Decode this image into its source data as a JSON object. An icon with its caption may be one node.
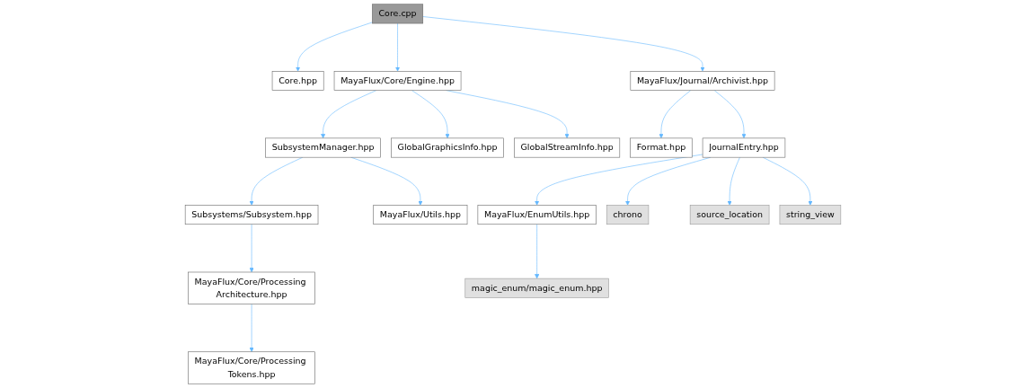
{
  "diagram": {
    "nodes": [
      {
        "text": [
          "Core.cpp"
        ]
      },
      {
        "text": [
          "Core.hpp"
        ]
      },
      {
        "text": [
          "MayaFlux/Core/Engine.hpp"
        ]
      },
      {
        "text": [
          "MayaFlux/Journal/Archivist.hpp"
        ]
      },
      {
        "text": [
          "SubsystemManager.hpp"
        ]
      },
      {
        "text": [
          "GlobalGraphicsInfo.hpp"
        ]
      },
      {
        "text": [
          "GlobalStreamInfo.hpp"
        ]
      },
      {
        "text": [
          "Format.hpp"
        ]
      },
      {
        "text": [
          "JournalEntry.hpp"
        ]
      },
      {
        "text": [
          "Subsystems/Subsystem.hpp"
        ]
      },
      {
        "text": [
          "MayaFlux/Utils.hpp"
        ]
      },
      {
        "text": [
          "MayaFlux/EnumUtils.hpp"
        ]
      },
      {
        "text": [
          "chrono"
        ]
      },
      {
        "text": [
          "source_location"
        ]
      },
      {
        "text": [
          "string_view"
        ]
      },
      {
        "text": [
          "MayaFlux/Core/Processing Architecture.hpp"
        ]
      },
      {
        "text": [
          "magic_enum/magic_enum.hpp"
        ]
      },
      {
        "text": [
          "MayaFlux/Core/Processing Tokens.hpp"
        ]
      }
    ],
    "edges": [
      {
        "from": 0,
        "to": 1,
        "arrow": "to"
      },
      {
        "from": 0,
        "to": 2,
        "arrow": "to"
      },
      {
        "from": 0,
        "to": 3,
        "arrow": "to"
      },
      {
        "from": 2,
        "to": 4,
        "arrow": "to"
      },
      {
        "from": 2,
        "to": 5,
        "arrow": "to"
      },
      {
        "from": 2,
        "to": 6,
        "arrow": "to"
      },
      {
        "from": 3,
        "to": 7,
        "arrow": "to"
      },
      {
        "from": 3,
        "to": 8,
        "arrow": "to"
      },
      {
        "from": 4,
        "to": 9,
        "arrow": "to"
      },
      {
        "from": 4,
        "to": 10,
        "arrow": "to"
      },
      {
        "from": 8,
        "to": 11,
        "arrow": "to"
      },
      {
        "from": 8,
        "to": 12,
        "arrow": "to"
      },
      {
        "from": 8,
        "to": 13,
        "arrow": "to"
      },
      {
        "from": 8,
        "to": 14,
        "arrow": "to"
      },
      {
        "from": 9,
        "to": 15,
        "arrow": "to"
      },
      {
        "from": 11,
        "to": 16,
        "arrow": "to"
      },
      {
        "from": 15,
        "to": 17,
        "arrow": "to"
      }
    ]
  }
}
